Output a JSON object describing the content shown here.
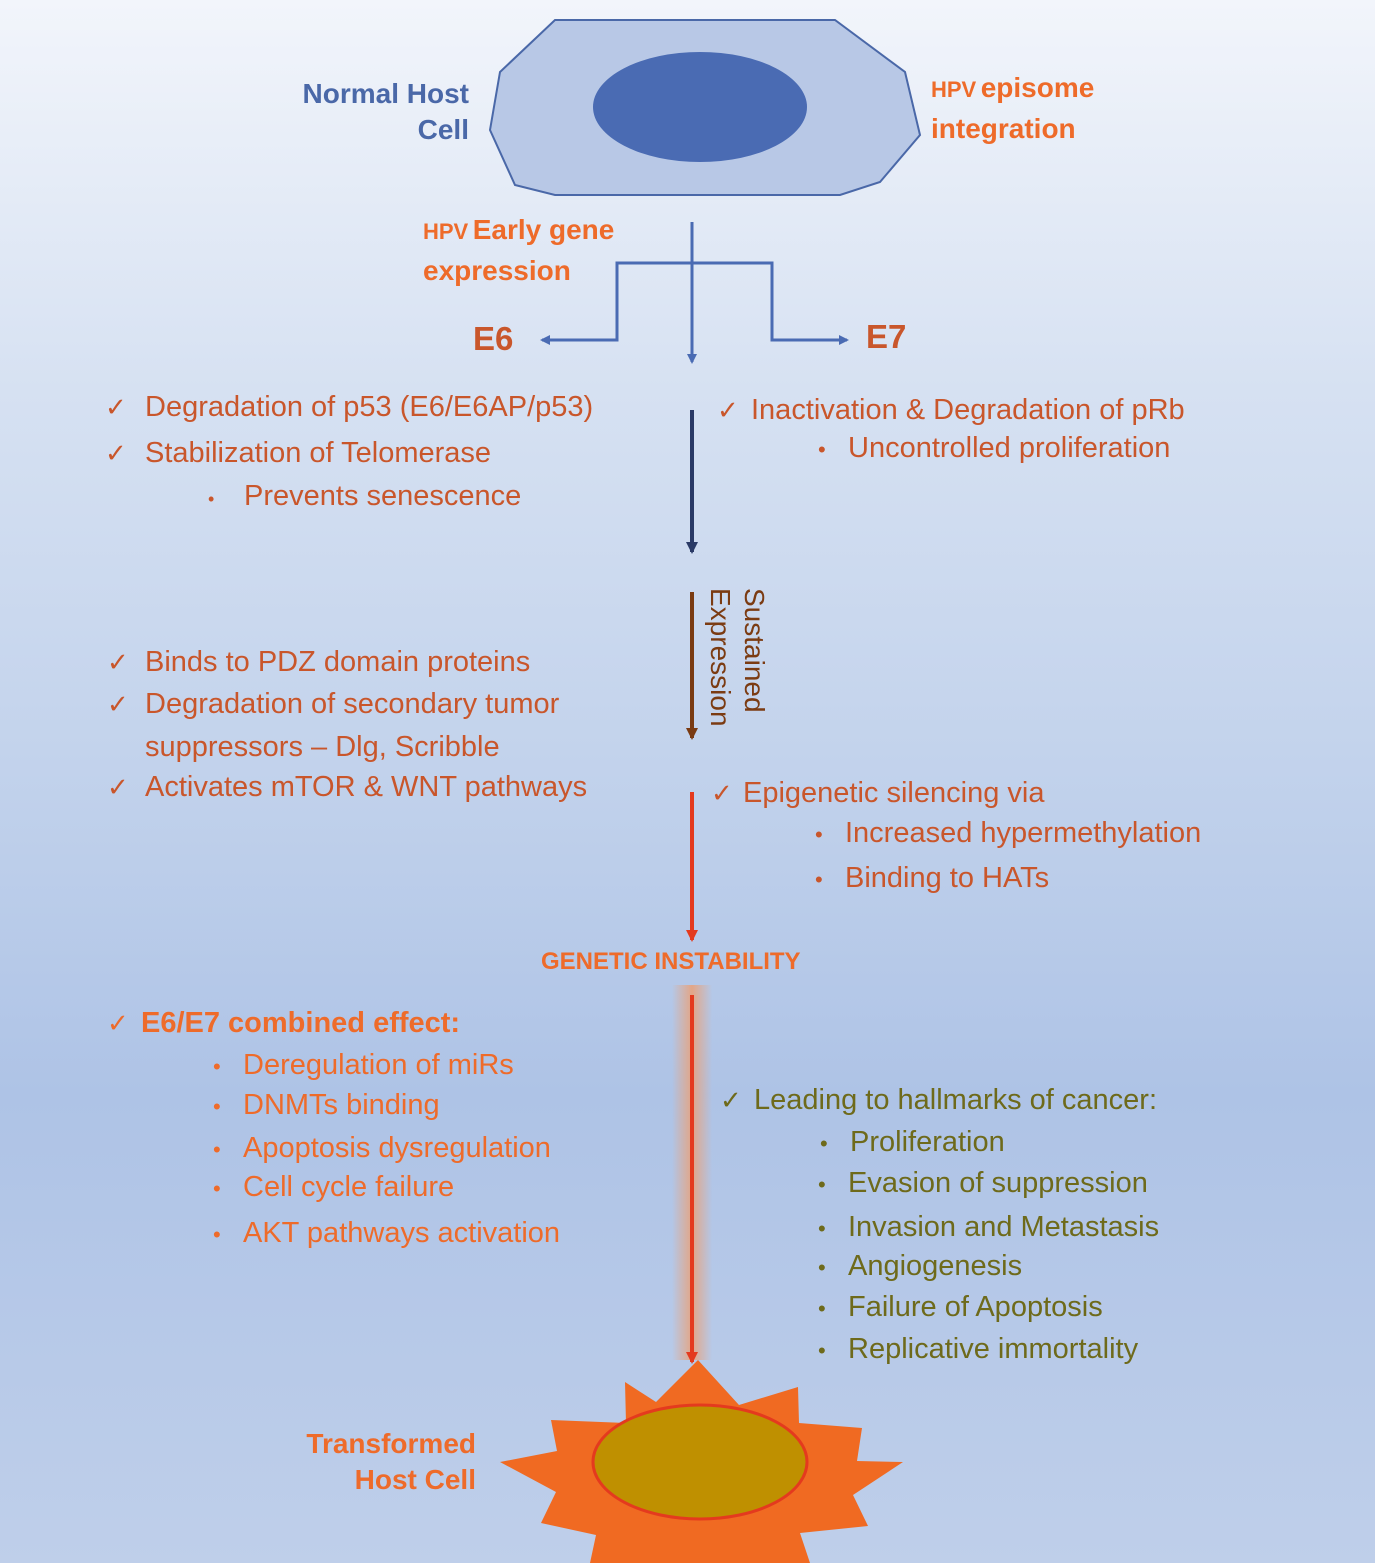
{
  "top": {
    "normal_host_cell_1": "Normal Host",
    "normal_host_cell_2": "Cell",
    "episome_prefix": "HPV",
    "episome_1": "episome",
    "episome_2": "integration",
    "early_prefix": "HPV",
    "early_1": "Early gene",
    "early_2": "expression",
    "e6": "E6",
    "e7": "E7"
  },
  "e6_block1": {
    "items": [
      "Degradation of p53 (E6/E6AP/p53)",
      "Stabilization of Telomerase"
    ],
    "sub": "Prevents senescence"
  },
  "e7_block1": {
    "item": "Inactivation & Degradation of pRb",
    "sub": "Uncontrolled proliferation"
  },
  "sustained": {
    "line1": "Sustained",
    "line2": "Expression"
  },
  "e6_block2": {
    "item1": "Binds to PDZ domain proteins",
    "item2a": "Degradation of secondary tumor",
    "item2b": "suppressors – Dlg, Scribble",
    "item3": "Activates mTOR & WNT pathways"
  },
  "e7_block2": {
    "item": "Epigenetic silencing via",
    "subs": [
      "Increased hypermethylation",
      "Binding to HATs"
    ]
  },
  "genetic_instability": "GENETIC INSTABILITY",
  "combined": {
    "title": "E6/E7 combined effect:",
    "subs": [
      "Deregulation of miRs",
      "DNMTs binding",
      "Apoptosis dysregulation",
      "Cell cycle failure",
      "AKT pathways activation"
    ]
  },
  "hallmarks": {
    "title": "Leading to hallmarks of cancer:",
    "subs": [
      "Proliferation",
      "Evasion of suppression",
      "Invasion and Metastasis",
      "Angiogenesis",
      "Failure of Apoptosis",
      "Replicative immortality"
    ]
  },
  "transformed_1": "Transformed",
  "transformed_2": "Host Cell",
  "colors": {
    "cell_body": "#b8c8e6",
    "nucleus": "#4a6bb3",
    "arrow_blue": "#4a6bb3",
    "arrow_navy": "#2a3a66",
    "arrow_brown": "#7a3b12",
    "arrow_red": "#e43a1e",
    "star": "#f06a22",
    "star_nucleus": "#bf9000",
    "text_orange": "#ee6b2a",
    "text_olive": "#6e6a1b"
  }
}
